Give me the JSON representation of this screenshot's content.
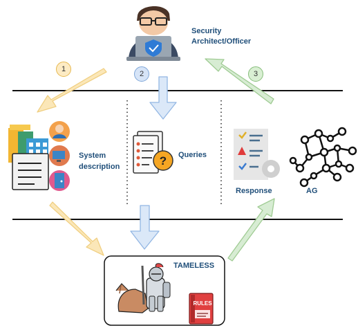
{
  "actors": {
    "security_architect": "Security Architect/Officer"
  },
  "labels": {
    "system_description": "System description",
    "system_description_line1": "System",
    "system_description_line2": "description",
    "queries": "Queries",
    "response": "Response",
    "ag": "AG",
    "tameless": "TAMELESS",
    "rules_book": "RULES"
  },
  "steps": [
    "1",
    "2",
    "3"
  ],
  "colors": {
    "step1_fill": "#fdebc4",
    "step1_stroke": "#e6b84e",
    "step2_fill": "#d6e4f7",
    "step2_stroke": "#7ea6d8",
    "step3_fill": "#d9efd3",
    "step3_stroke": "#86bd7a",
    "arrow_yellow": "#fbe7b8",
    "arrow_blue": "#dbe8f8",
    "arrow_green": "#d7ecd3",
    "label_text": "#1f4e79"
  }
}
